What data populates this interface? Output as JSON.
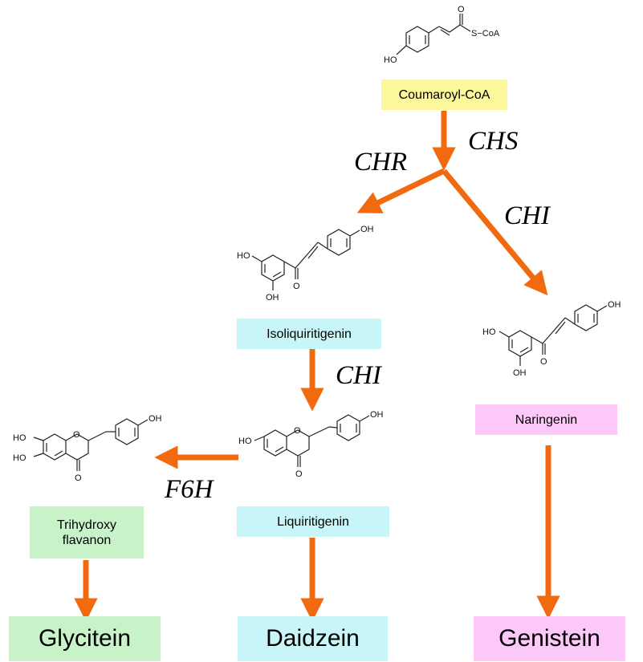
{
  "colors": {
    "arrow": "#f26a10",
    "yellow": "#fbf79a",
    "cyan": "#c8f6f8",
    "pink": "#fbc8f8",
    "green": "#c8f3c8"
  },
  "compounds": {
    "coumaroyl_coa": "Coumaroyl-CoA",
    "isoliquiritigenin": "Isoliquiritigenin",
    "naringenin": "Naringenin",
    "liquiritigenin": "Liquiritigenin",
    "trihydroxy_line1": "Trihydroxy",
    "trihydroxy_line2": "flavanon"
  },
  "products": {
    "glycitein": "Glycitein",
    "daidzein": "Daidzein",
    "genistein": "Genistein"
  },
  "enzymes": {
    "chs": "CHS",
    "chr": "CHR",
    "chi_right": "CHI",
    "chi_middle": "CHI",
    "f6h": "F6H"
  },
  "atom_labels": {
    "s_coa": "S−CoA",
    "o": "O",
    "ho": "HO",
    "oh": "OH"
  }
}
